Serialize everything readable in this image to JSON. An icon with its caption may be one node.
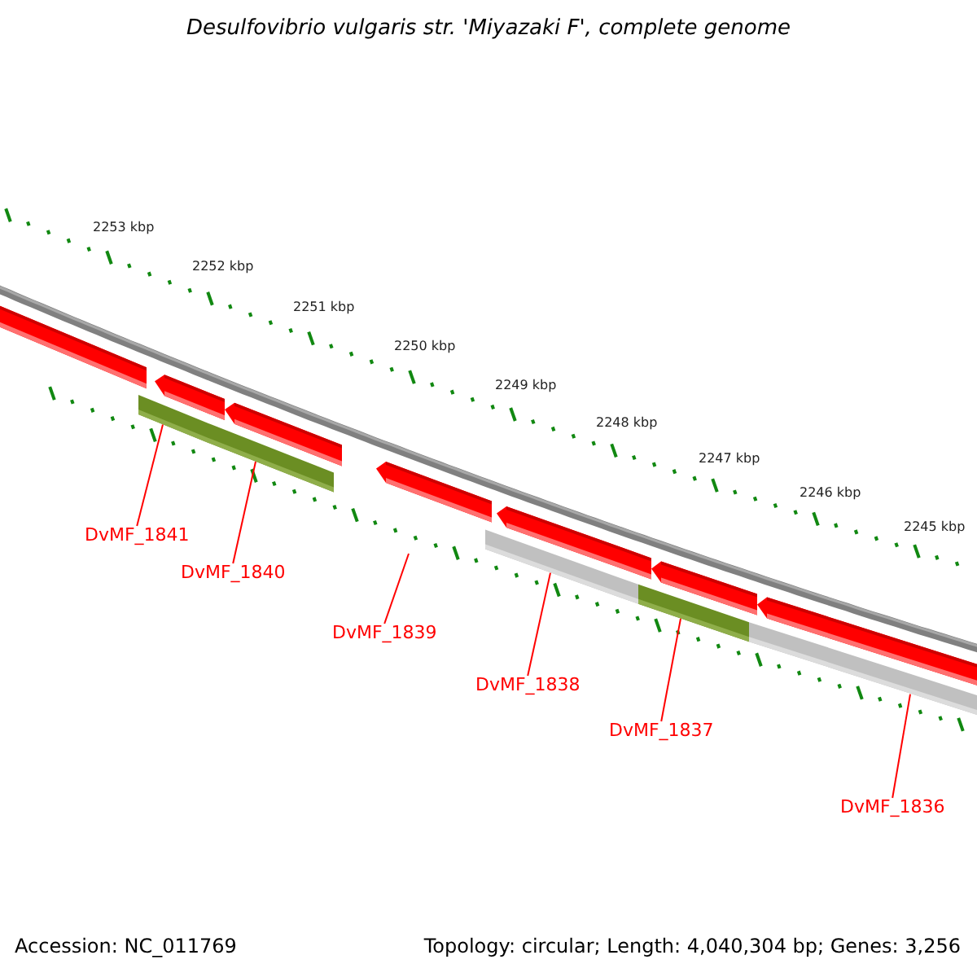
{
  "diagram": {
    "title": "Desulfovibrio vulgaris str. 'Miyazaki F', complete genome",
    "nodes": [
      {
        "text": [
          "DvMF_1841"
        ]
      },
      {
        "text": [
          "DvMF_1840"
        ]
      },
      {
        "text": [
          "DvMF_1839"
        ]
      },
      {
        "text": [
          "DvMF_1838"
        ]
      },
      {
        "text": [
          "DvMF_1837"
        ]
      },
      {
        "text": [
          "DvMF_1836"
        ]
      },
      {
        "text": [],
        "shape": "bar"
      },
      {
        "text": [],
        "shape": "bar"
      },
      {
        "text": [],
        "shape": "bar"
      },
      {
        "text": [],
        "shape": "bar"
      },
      {
        "text": [],
        "shape": "bar"
      }
    ],
    "edges": [
      {
        "from": 0,
        "to": 6,
        "arrow": "none"
      },
      {
        "from": 1,
        "to": 7,
        "arrow": "none"
      },
      {
        "from": 2,
        "to": null,
        "arrow": "none"
      },
      {
        "from": 3,
        "to": 8,
        "arrow": "none"
      },
      {
        "from": 4,
        "to": 9,
        "arrow": "none"
      },
      {
        "from": 5,
        "to": 10,
        "arrow": "none"
      }
    ],
    "labels": [
      "2253 kbp",
      "2252 kbp",
      "2251 kbp",
      "2250 kbp",
      "2249 kbp",
      "2248 kbp",
      "2247 kbp",
      "2246 kbp",
      "2245 kbp",
      "Accession: NC_011769",
      "Topology: circular; Length: 4,040,304 bp; Genes: 3,256"
    ]
  }
}
